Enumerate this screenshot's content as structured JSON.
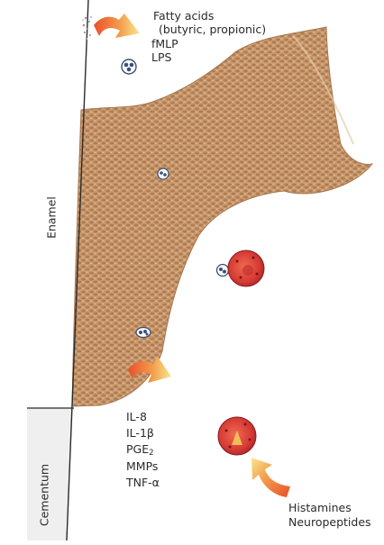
{
  "labels": {
    "fatty_acids": "Fatty acids",
    "fatty_acids_detail": "(butyric, propionic)",
    "fmlp": "fMLP",
    "lps": "LPS",
    "enamel": "Enamel",
    "cementum": "Cementum",
    "il8": "IL-8",
    "il1b": "IL-1β",
    "pge_main": "PGE",
    "pge_sub": "2",
    "mmps": "MMPs",
    "tnfa": "TNF-α",
    "histamines": "Histamines",
    "neuropeptides": "Neuropeptides"
  },
  "colors": {
    "plaque_fill": "#c4956a",
    "plaque_dark": "#9a6a45",
    "arrow_orange": "#e8632c",
    "arrow_yellow": "#f6e48a",
    "mast_cell": "#d8403a",
    "neutrophil": "#3a4f78",
    "tooth_line": "#2b2b2b",
    "cementum_fill": "#f1f1f1"
  }
}
